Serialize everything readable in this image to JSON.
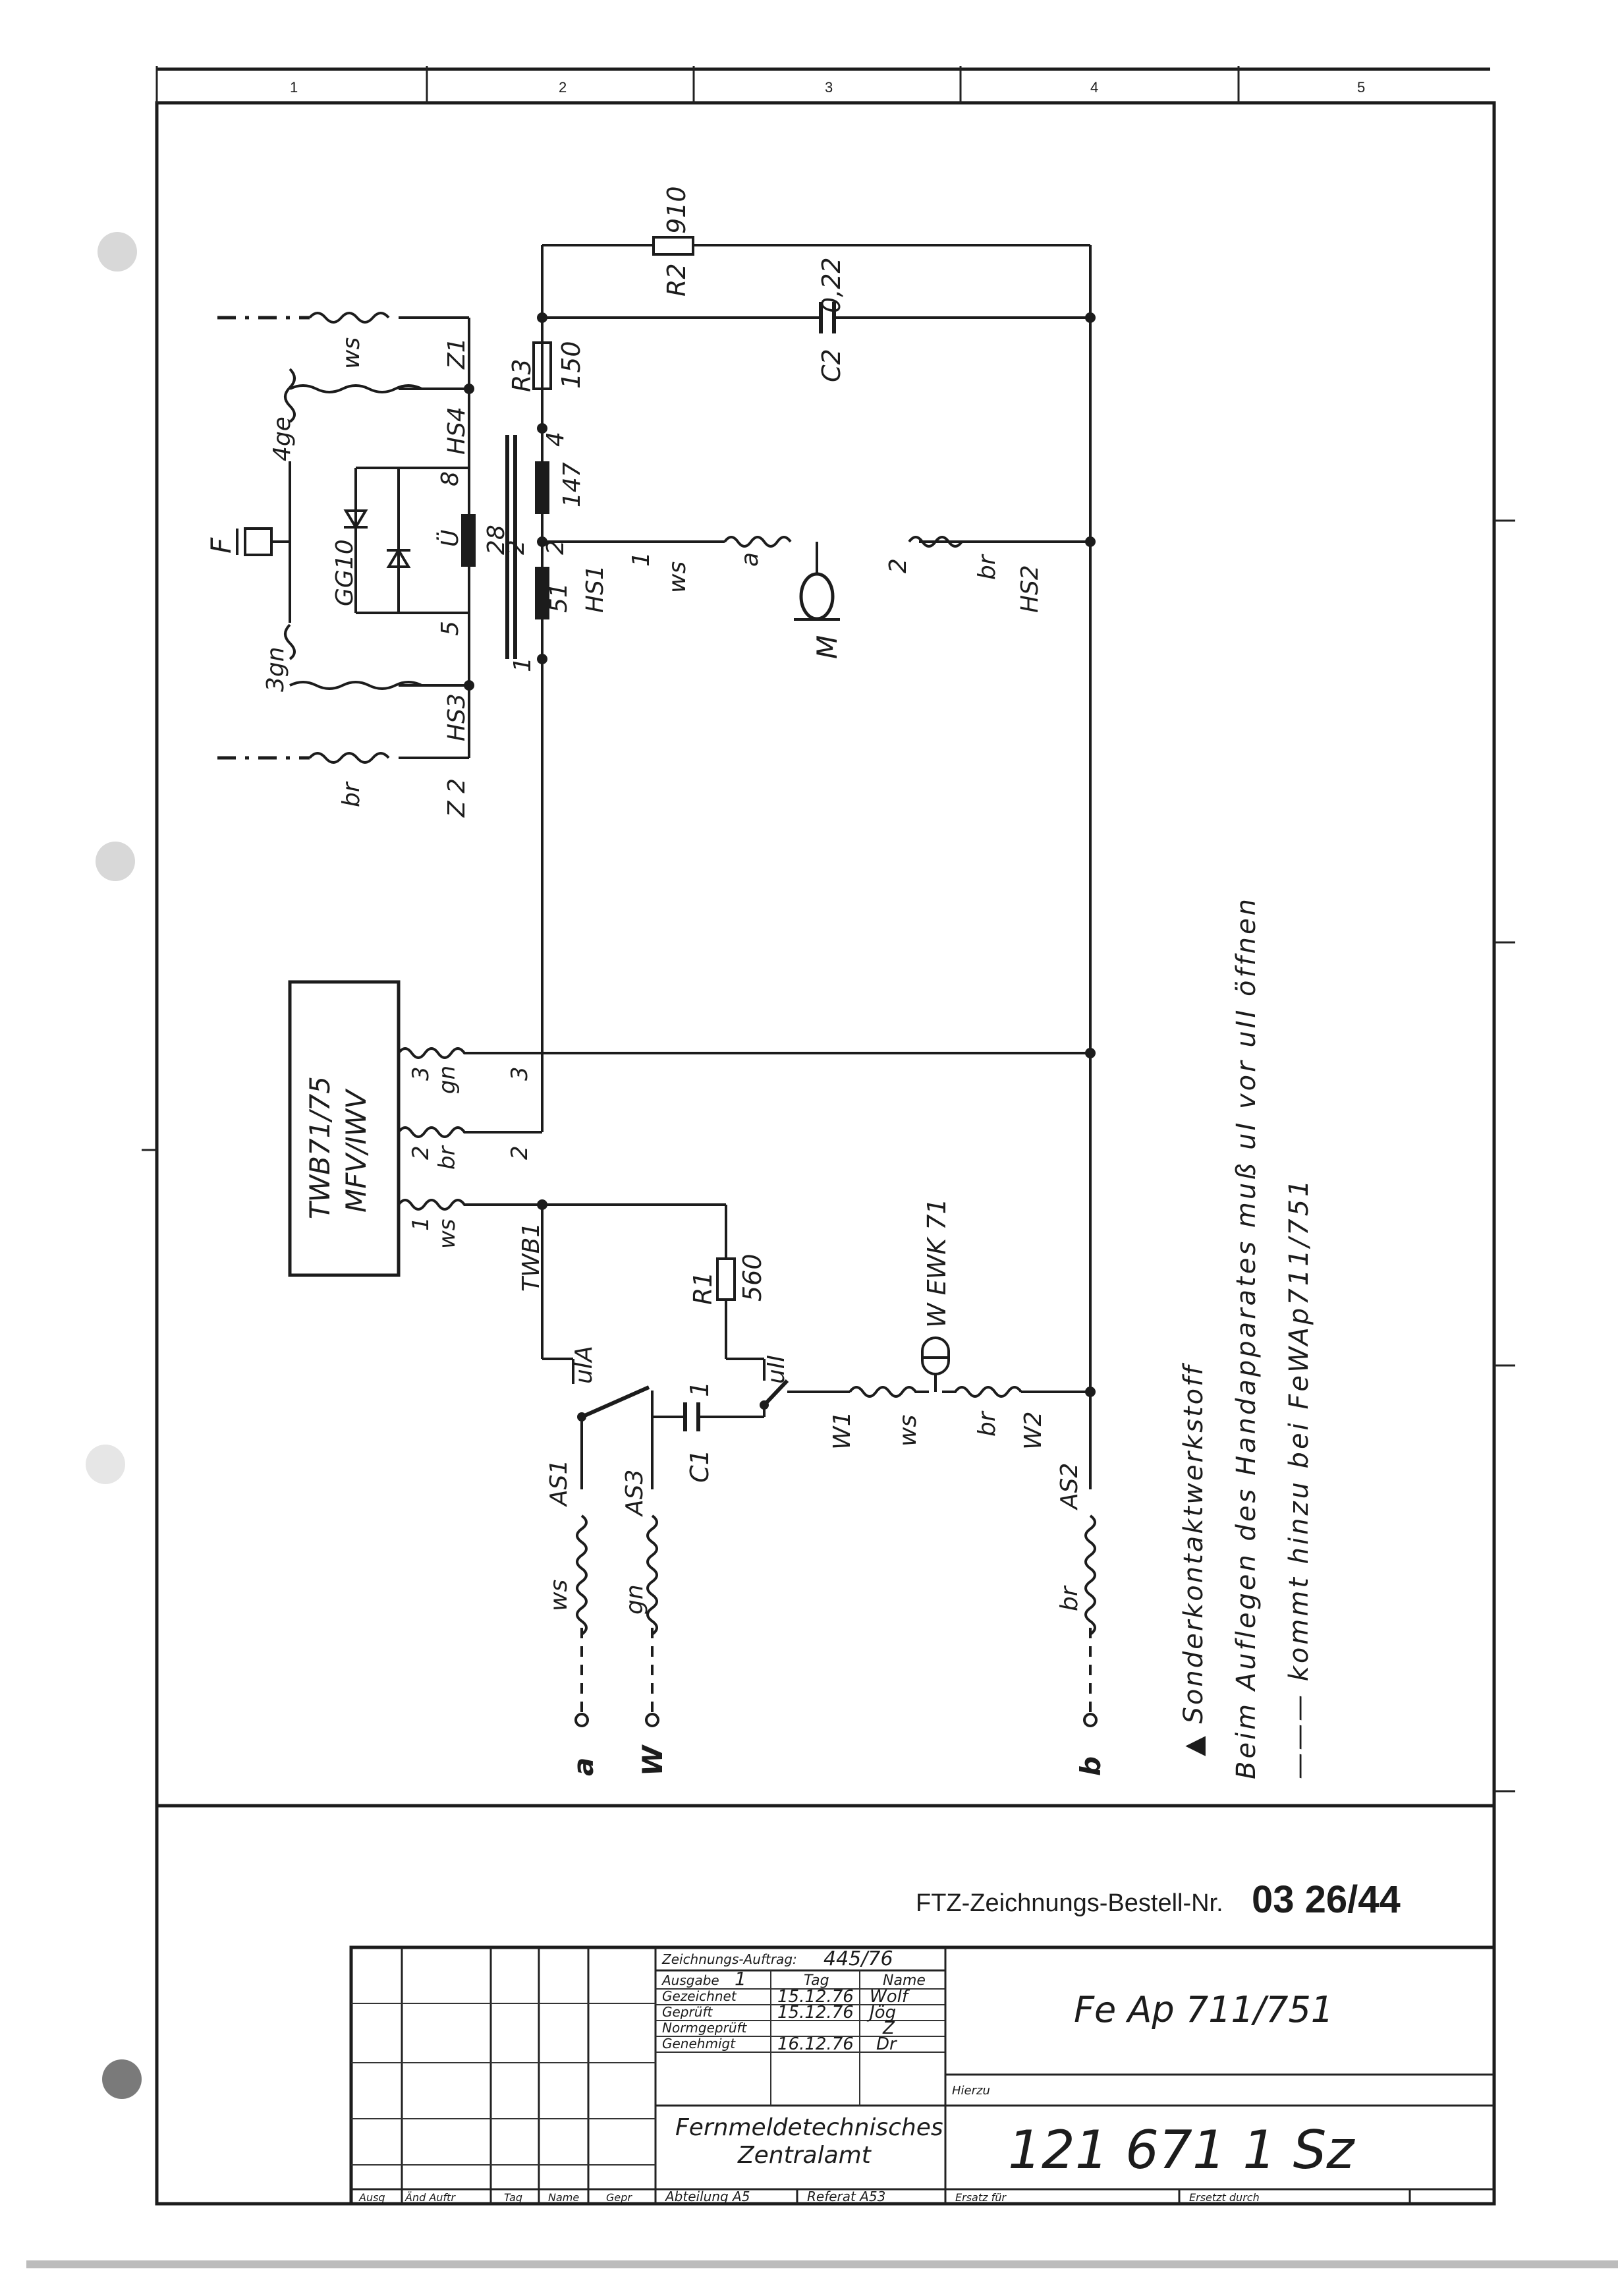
{
  "frame_columns": [
    "1",
    "2",
    "3",
    "4",
    "5"
  ],
  "components": {
    "R1": {
      "label": "R1",
      "value": "560"
    },
    "R2": {
      "label": "R2",
      "value": "910"
    },
    "R3": {
      "label": "R3",
      "value": "150"
    },
    "C1": {
      "label": "C1",
      "value": "1"
    },
    "C2": {
      "label": "C2",
      "value": "0,22"
    },
    "transformer": {
      "t1": "1",
      "t51": "51",
      "t2": "2",
      "t147": "147",
      "t4": "4",
      "ratio_top": "2",
      "ratio_bottom": "28",
      "t5": "5",
      "tU": "Ü",
      "t8": "8"
    },
    "rectifier": "GG10",
    "earpiece": "F",
    "microphone": "M",
    "dialer": "W EWK 71",
    "keypad_module": {
      "line1": "TWB71/75",
      "line2": "MFV/IWV"
    },
    "switch_uIA": "uIA",
    "switch_uII": "uII"
  },
  "terminals": {
    "Z1": "Z1",
    "HS4": "HS4",
    "HS3": "HS3",
    "Z2": "Z 2",
    "HS1": "HS1",
    "HS2": "HS2",
    "TWB1": "TWB1",
    "W1": "W1",
    "W2": "W2",
    "AS1": "AS1",
    "AS3": "AS3",
    "AS2": "AS2",
    "t_a": "a",
    "t_b": "b",
    "t_1": "1",
    "t_2": "2",
    "k1": "1",
    "k2": "2",
    "k3": "3",
    "k2b": "2",
    "k3b": "3"
  },
  "wire_colors": {
    "ws": "ws",
    "br": "br",
    "gn": "gn",
    "ge4": "4ge",
    "gn3": "3gn"
  },
  "line_terminals": {
    "a": "a",
    "W": "W",
    "b": "b"
  },
  "notes": {
    "line1": "▲ Sonderkontaktwerkstoff",
    "line2": "Beim Auflegen des Handapparates muß uI vor uII öffnen",
    "line3": "——— kommt hinzu bei FeWAp711/751"
  },
  "order_number": {
    "label": "FTZ-Zeichnungs-Bestell-Nr.",
    "value": "03 26/44"
  },
  "title_block": {
    "auftrag_label": "Zeichnungs-Auftrag:",
    "auftrag_value": "445/76",
    "ausgabe_label": "Ausgabe",
    "ausgabe_value": "1",
    "tag_header": "Tag",
    "name_header": "Name",
    "rows": [
      {
        "label": "Gezeichnet",
        "date": "15.12.76",
        "name": "Wolf"
      },
      {
        "label": "Geprüft",
        "date": "15.12.76",
        "name": "Jög"
      },
      {
        "label": "Normgeprüft",
        "date": "",
        "name": "Z"
      },
      {
        "label": "Genehmigt",
        "date": "16.12.76",
        "name": "Dr"
      }
    ],
    "title": "Fe Ap 711/751",
    "hierzu": "Hierzu",
    "organisation_line1": "Fernmeldetechnisches",
    "organisation_line2": "Zentralamt",
    "drawing_number": "121 671 1 Sz",
    "bottom_labels": [
      "Ausg",
      "Änd Auftr",
      "Tag",
      "Name",
      "Gepr",
      "Abteilung A5",
      "Referat A53",
      "Ersatz für",
      "Ersetzt durch"
    ]
  }
}
